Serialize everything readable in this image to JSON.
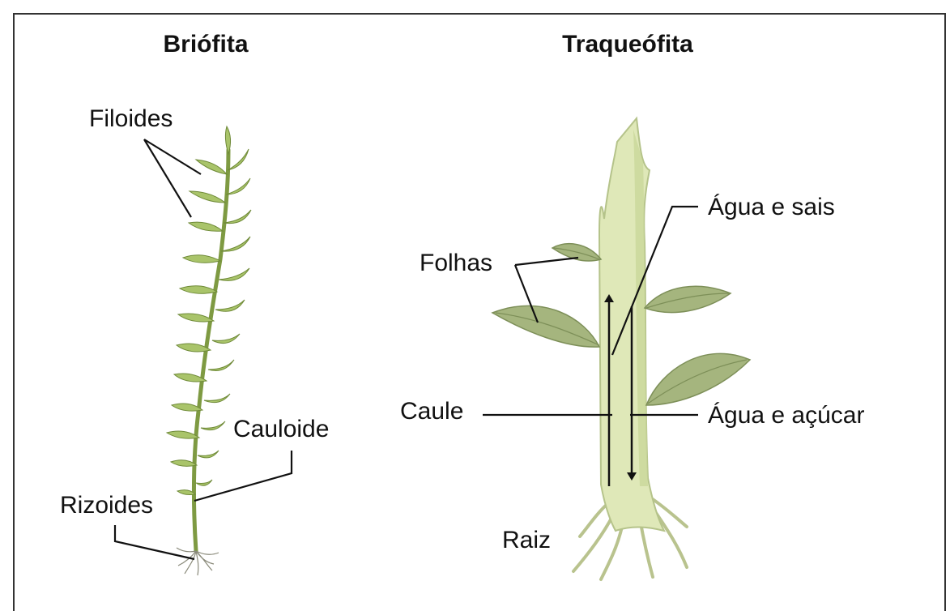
{
  "bryophyte": {
    "title": "Briófita",
    "labels": {
      "phylloids": "Filoides",
      "cauloid": "Cauloide",
      "rhizoids": "Rizoides"
    }
  },
  "tracheophyte": {
    "title": "Traqueófita",
    "labels": {
      "water_salts": "Água e sais",
      "leaves": "Folhas",
      "stem": "Caule",
      "water_sugar": "Água e açúcar",
      "root": "Raiz"
    }
  },
  "colors": {
    "moss_stem": "#7e9a42",
    "moss_leaf": "#a9c46a",
    "stem_fill": "#dfe8b8",
    "stem_shade": "#c9d79a",
    "leaf_fill": "#a5b57e",
    "leaf_vein": "#7d8f58",
    "border": "#333333",
    "arrow": "#111111"
  }
}
